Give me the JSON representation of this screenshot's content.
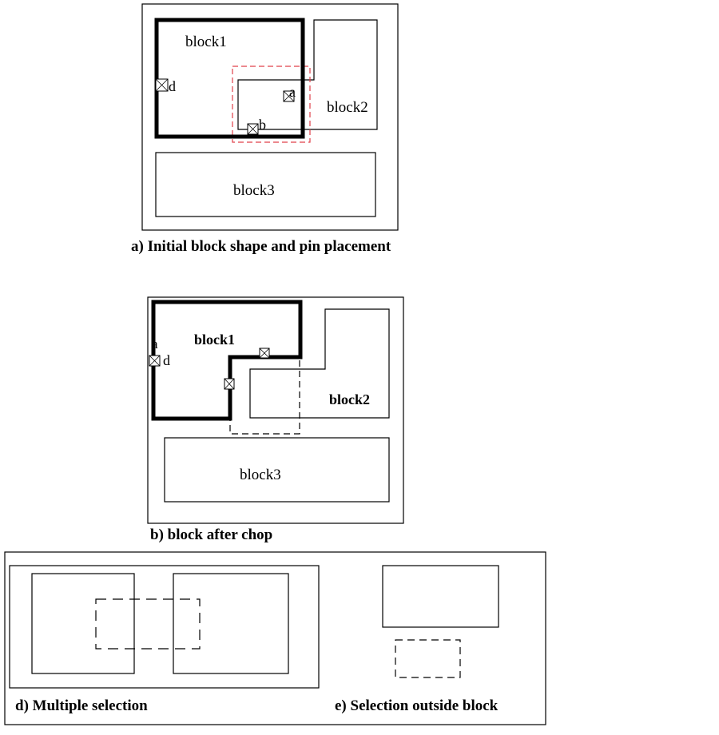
{
  "panel_a": {
    "caption": "a) Initial block shape and pin placement",
    "block1": "block1",
    "block2": "block2",
    "block3": "block3",
    "pin_a": "a",
    "pin_b": "b",
    "pin_d": "d"
  },
  "panel_b": {
    "caption": "b) block after chop",
    "block1": "block1",
    "block2": "block2",
    "block3": "block3",
    "pin_a": "a",
    "pin_d": "d"
  },
  "panel_d": {
    "caption": "d) Multiple selection"
  },
  "panel_e": {
    "caption": "e) Selection outside block"
  },
  "colors": {
    "selection_red": "#e0404a",
    "line": "#000000"
  }
}
